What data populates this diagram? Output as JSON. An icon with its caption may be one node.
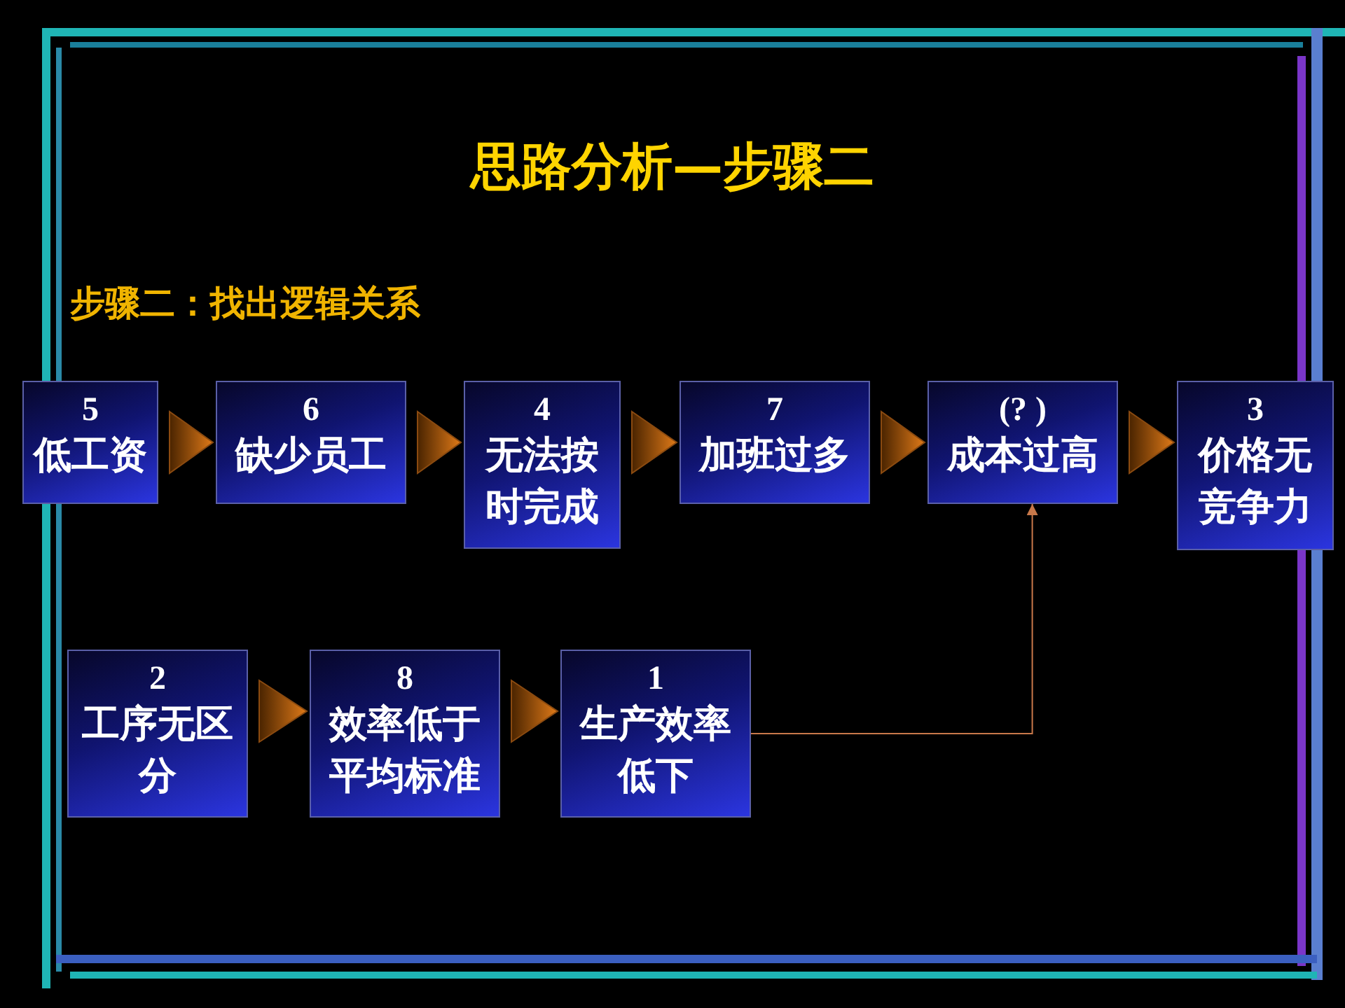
{
  "diagram": {
    "title": "思路分析—步骤二",
    "nodes": [
      {
        "text": [
          "5",
          "低工资"
        ]
      },
      {
        "text": [
          "6",
          "缺少员工"
        ]
      },
      {
        "text": [
          "4",
          "无法按时完成"
        ]
      },
      {
        "text": [
          "7",
          "加班过多"
        ]
      },
      {
        "text": [
          "(? )",
          "成本过高"
        ]
      },
      {
        "text": [
          "3",
          "价格无竞争力"
        ]
      },
      {
        "text": [
          "2",
          "工序无区分"
        ]
      },
      {
        "text": [
          "8",
          "效率低于平均标准"
        ]
      },
      {
        "text": [
          "1",
          "生产效率低下"
        ]
      }
    ],
    "edges": [
      {
        "from": 0,
        "to": 1,
        "arrow": "to"
      },
      {
        "from": 1,
        "to": 2,
        "arrow": "to"
      },
      {
        "from": 2,
        "to": 3,
        "arrow": "to"
      },
      {
        "from": 3,
        "to": 4,
        "arrow": "to"
      },
      {
        "from": 4,
        "to": 5,
        "arrow": "to"
      },
      {
        "from": 6,
        "to": 7,
        "arrow": "to"
      },
      {
        "from": 7,
        "to": 8,
        "arrow": "to"
      },
      {
        "from": 8,
        "to": 4,
        "arrow": "to",
        "color": "#c8784a"
      }
    ],
    "labels": [
      "步骤二：找出逻辑关系"
    ]
  }
}
